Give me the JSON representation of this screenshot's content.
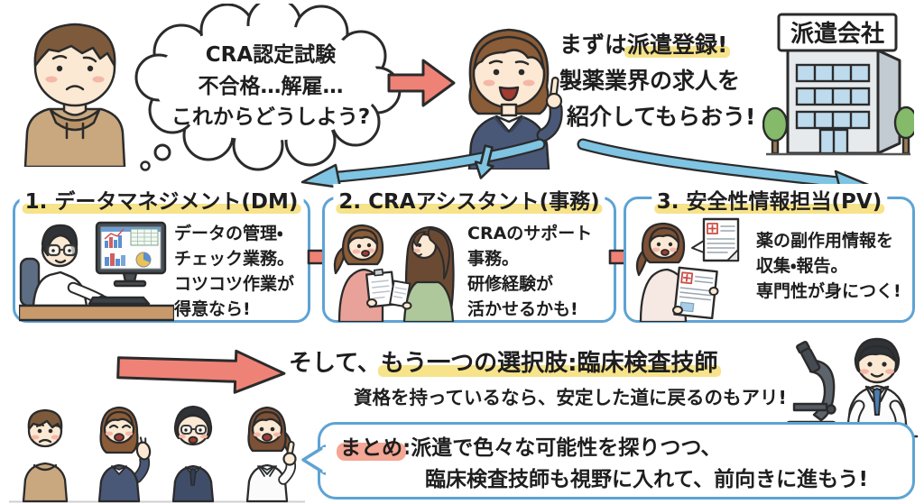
{
  "thought_bubble": {
    "lines": [
      "CRA認定試験",
      "不合格…解雇…",
      "これからどうしよう?"
    ]
  },
  "advisor_message": {
    "prefix": "まずは",
    "highlight": "派遣登録!",
    "line2": "製薬業界の求人を",
    "line3": "紹介してもらおう!"
  },
  "building": {
    "sign": "派遣会社"
  },
  "options": [
    {
      "title": "1. データマネジメント(DM)",
      "desc": [
        "データの管理・",
        "チェック業務。",
        "コツコツ作業が",
        "得意なら!"
      ]
    },
    {
      "title": "2. CRAアシスタント(事務)",
      "desc": [
        "CRAのサポート",
        "事務。",
        "研修経験が",
        "活かせるかも!"
      ]
    },
    {
      "title": "3. 安全性情報担当(PV)",
      "desc": [
        "薬の副作用情報を",
        "収集・報告。",
        "専門性が身につく!"
      ]
    }
  ],
  "alternative": {
    "prefix": "そして、",
    "highlight": "もう一つの選択肢:臨床検査技師",
    "subline": "資格を持っているなら、安定した道に戻るのもアリ!"
  },
  "summary": {
    "label": "まとめ",
    "line1_rest": ":派遣で色々な可能性を探りつつ、",
    "line2": "臨床検査技師も視野に入れて、前向きに進もう!"
  },
  "colors": {
    "arrow_red": "#ef8276",
    "arrow_blue": "#7fc4e2",
    "box_border": "#5ea3d4",
    "highlight_yellow": "#f6e38a",
    "highlight_pink": "#f3a794",
    "outline": "#2b2b2b"
  }
}
